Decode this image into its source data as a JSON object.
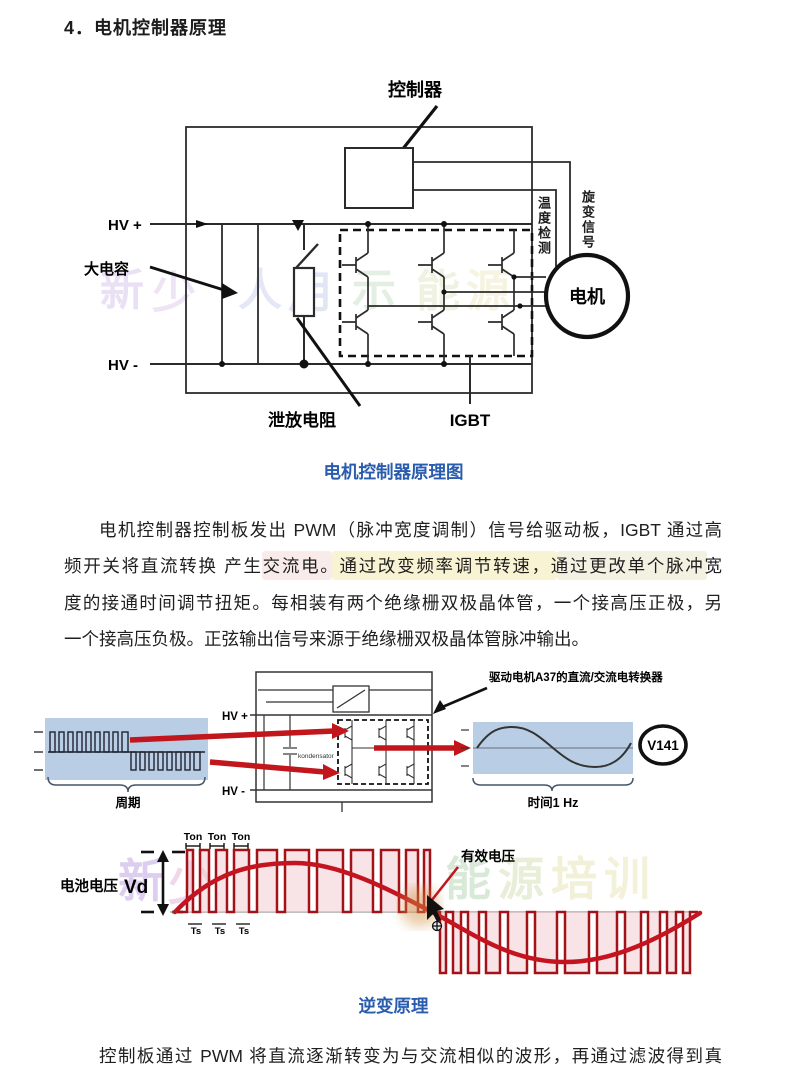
{
  "header": {
    "title": "4．电机控制器原理"
  },
  "figure1": {
    "caption": "电机控制器原理图",
    "labels": {
      "controller": "控制器",
      "hv_plus": "HV +",
      "hv_minus": "HV -",
      "capacitor": "大电容",
      "bleed_resistor": "泄放电阻",
      "igbt": "IGBT",
      "motor": "电机",
      "temp_detect": "温度检测",
      "resolver_signal": "旋变信号"
    },
    "watermark": [
      "新",
      "少",
      "人",
      "用",
      "示",
      "能",
      "源"
    ]
  },
  "paragraph1": {
    "lines": [
      "电机控制器控制板发出 PWM（脉冲宽度调制）信号给驱动板，IGBT 通过高",
      "频开关将直流转换 产生交流电。通过改变频率调节转速，通过更改单个脉冲宽",
      "度的接通时间调节扭矩。每相装有两个绝缘栅双极晶体管，一个接高压正极，另",
      "一个接高压负极。正弦输出信号来源于绝缘栅双极晶体管脉冲输出。"
    ]
  },
  "figure2": {
    "labels": {
      "hv_plus": "HV +",
      "hv_minus": "HV -",
      "period": "周期",
      "kondensator": "kondensator",
      "converter_note": "驱动电机A37的直流/交流电转换器",
      "time_axis": "时间1  Hz",
      "component_code": "V141"
    }
  },
  "figure3": {
    "caption": "逆变原理",
    "labels": {
      "battery_voltage": "电池电压",
      "vd": "Vd",
      "ton": "Ton",
      "ts": "Ts",
      "effective_voltage": "有效电压"
    },
    "watermark": [
      "新",
      "少",
      "能",
      "源",
      "培",
      "训"
    ]
  },
  "paragraph2": {
    "text": "控制板通过 PWM 将直流逐渐转变为与交流相似的波形，再通过滤波得到真"
  },
  "colors": {
    "caption_blue": "#2a5cae",
    "wave_red": "#c41420",
    "pulse_dark_red": "#a31218",
    "pulse_fill_pink": "#f2ccd2",
    "panel_blue": "#b9cde4"
  }
}
